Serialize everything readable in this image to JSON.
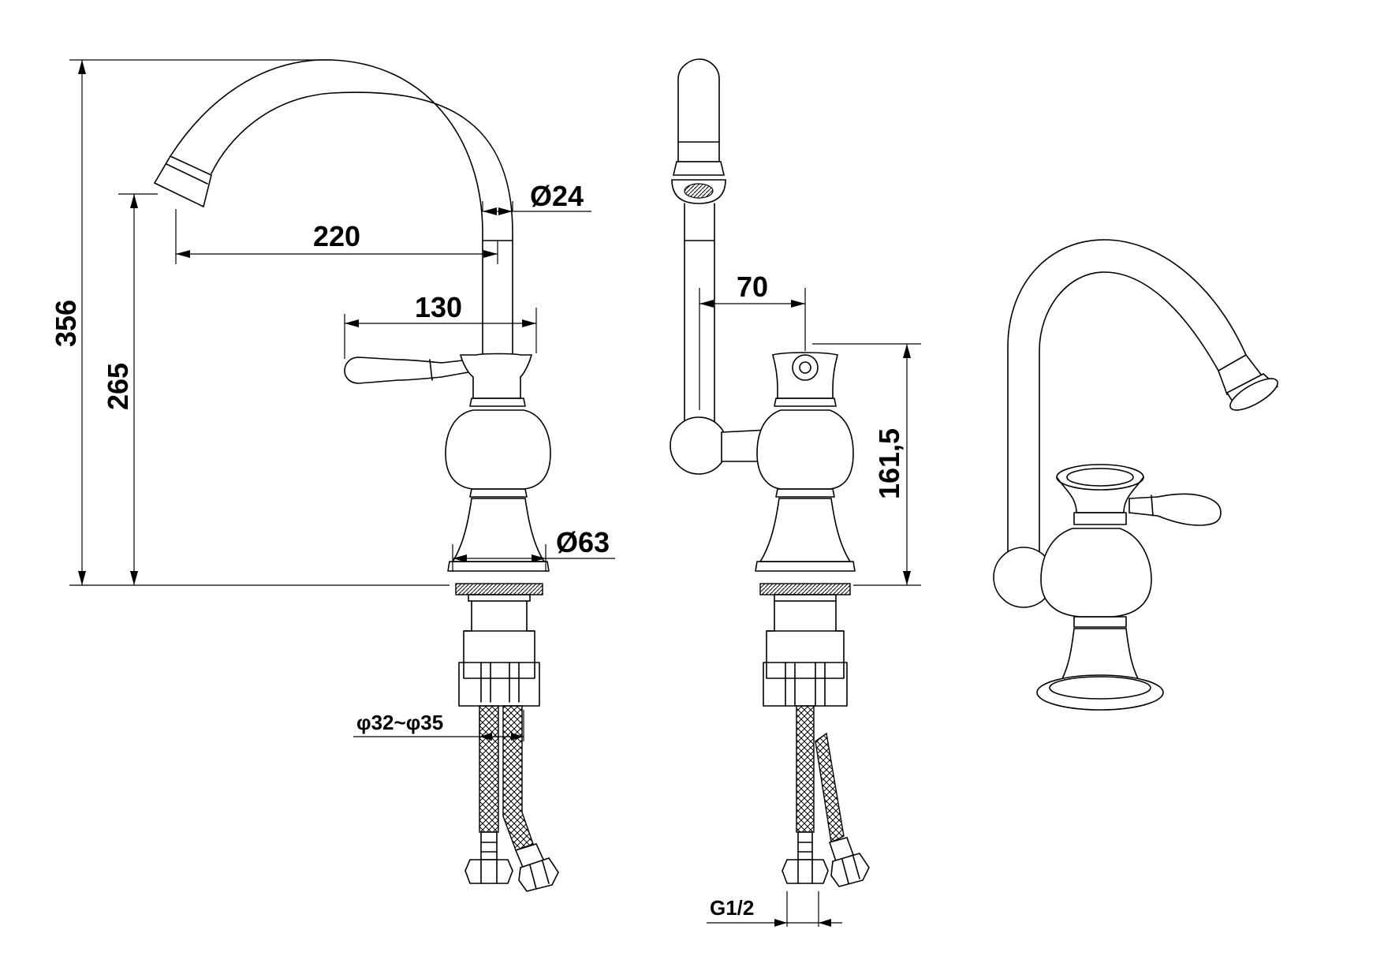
{
  "dimensions": {
    "total_height": "356",
    "spout_height": "265",
    "spout_reach": "220",
    "handle_reach": "130",
    "spout_diameter": "Ø24",
    "base_diameter": "Ø63",
    "mount_hole": "φ32~φ35",
    "side_offset": "70",
    "body_height": "161,5",
    "thread": "G1/2"
  },
  "colors": {
    "line": "#000000",
    "background": "#ffffff"
  }
}
